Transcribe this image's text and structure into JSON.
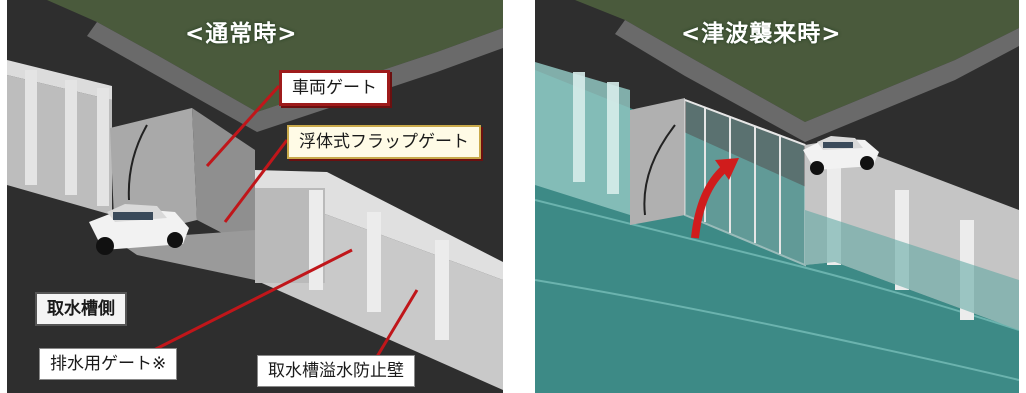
{
  "panels": {
    "normal": {
      "title": "<通常時>",
      "labels": {
        "vehicle_gate": "車両ゲート",
        "floating_flap_gate": "浮体式フラップゲート",
        "intake_side": "取水槽側",
        "drain_gate": "排水用ゲート※",
        "overflow_wall": "取水槽溢水防止壁"
      }
    },
    "tsunami": {
      "title": "<津波襲来時>"
    }
  },
  "colors": {
    "grass": "#4a5a3c",
    "asphalt": "#3a3a3a",
    "wall": "#c6c6c6",
    "seawater": "#3d8a86",
    "leader_line": "#c0161a",
    "lift_arrow": "#d01c1c"
  }
}
